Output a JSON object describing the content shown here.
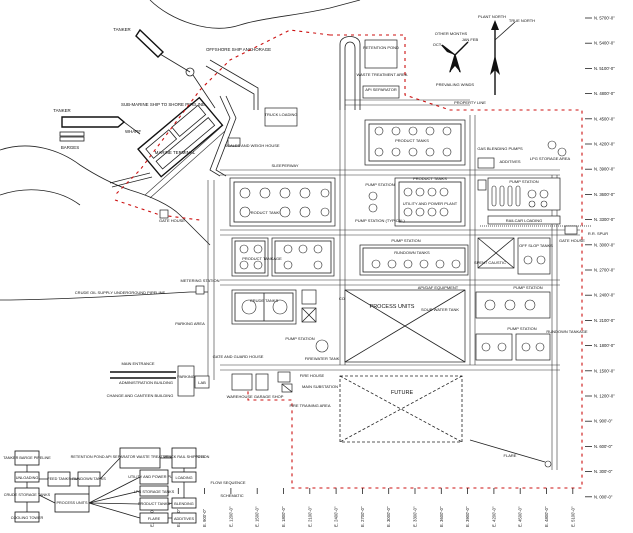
{
  "labels": {
    "tanker_top": "TANKER",
    "offshore": "OFFSHORE SHIP ANCHORAGE",
    "retention_pond": "RETENTION POND",
    "waste_treatment": "WASTE TREATMENT AREA",
    "api_sep": "API SEPARATOR",
    "other_months": "OTHER MONTHS",
    "oct": "OCT",
    "jan_feb": "JAN FEB",
    "plant_north": "PLANT NORTH",
    "true_north": "TRUE NORTH",
    "prevailing_winds": "PREVAILING WINDS",
    "property_line": "PROPERTY LINE",
    "submarine": "SUB-MARINE SHIP TO SHORE PIPELINE",
    "tanker_mid": "TANKER",
    "wharf": "WHARF",
    "barges": "BARGES",
    "truck_loading": "TRUCK LOADING",
    "scales": "SCALES AND WEIGH HOUSE",
    "marine_terminal": "MARINE TERMINAL",
    "sleeperway": "SLEEPERWAY",
    "product_tanks_top": "PRODUCT TANKS",
    "gas_blending": "GAS BLENDING PUMPS",
    "additives": "ADDITIVES",
    "lpg_storage": "LPG STORAGE AREA",
    "pump_station_lpg": "PUMP STATION",
    "pump_station_a": "PUMP STATION",
    "product_tanks_b": "PRODUCT TANKS",
    "product_tanks_c": "PRODUCT TANKS",
    "utility_power": "UTILITY AND POWER PLANT",
    "pump_station_typical": "PUMP STATION (TYPICAL)",
    "railcar_loading": "RAILCAR LOADING",
    "gate_house_r": "GATE HOUSE",
    "rr_spur": "R.R. SPUR",
    "gate_house_l": "GATE HOUSE",
    "pump_station_mid": "PUMP STATION",
    "rundown_tanks": "RUNDOWN TANKS",
    "product_tankage": "PRODUCT TANKAGE",
    "off_spec": "OFF SLOP TANKS",
    "spent_caustic": "SPENT CAUSTIC",
    "crude_supply": "CRUDE OIL SUPPLY UNDERGROUND PIPELINE",
    "metering": "METERING STATION",
    "crude_tanks": "CRUDE TANKS",
    "cooling_tower": "COOLING TOWER",
    "process_units": "PROCESS UNITS",
    "api_equipment": "API/DAF EQUIPMENT",
    "sour_water": "SOUR WATER TANK",
    "pump_station_r": "PUMP STATION",
    "pump_station_lower": "PUMP STATION",
    "pump_station_r2": "PUMP STATION",
    "rundown_tankage": "RUNDOWN TANKAGE",
    "parking_area": "PARKING AREA",
    "firewater": "FIREWATER TANK",
    "gate_guard": "GATE AND GUARD HOUSE",
    "main_entrance": "MAIN ENTRANCE",
    "parking": "PARKING",
    "lab": "LAB",
    "fire_house": "FIRE HOUSE",
    "main_substation": "MAIN SUBSTATION",
    "admin": "ADMINISTRATION BUILDING",
    "change_canteen": "CHANGE AND CANTEEN BUILDING",
    "warehouse": "WAREHOUSE GARAGE SHOP",
    "fire_training": "FIRE TRAINING AREA",
    "future": "FUTURE",
    "flare": "FLARE",
    "flow_title_1": "FLOW SEQUENCE",
    "flow_title_2": "SCHEMATIC"
  },
  "north_coords": [
    "N. 5700'-0\"",
    "N. 5400'-0\"",
    "N. 5100'-0\"",
    "N. 4800'-0\"",
    "N. 4500'-0\"",
    "N. 4200'-0\"",
    "N. 3900'-0\"",
    "N. 3600'-0\"",
    "N. 3300'-0\"",
    "N. 3000'-0\"",
    "N. 2700'-0\"",
    "N. 2400'-0\"",
    "N. 2100'-0\"",
    "N. 1800'-0\"",
    "N. 1500'-0\"",
    "N. 1200'-0\"",
    "N. 900'-0\"",
    "N. 600'-0\"",
    "N. 300'-0\"",
    "N. 000'-0\""
  ],
  "east_coords": [
    "E. 300'-0\"",
    "E. 600'-0\"",
    "E. 900'-0\"",
    "E. 1200'-0\"",
    "E. 1500'-0\"",
    "E. 1800'-0\"",
    "E. 2100'-0\"",
    "E. 2400'-0\"",
    "E. 2700'-0\"",
    "E. 3000'-0\"",
    "E. 3300'-0\"",
    "E. 3600'-0\"",
    "E. 3900'-0\"",
    "E. 4200'-0\"",
    "E. 4500'-0\"",
    "E. 4800'-0\"",
    "E. 5100'-0\""
  ],
  "flow_boxes": {
    "tanker": "TANKER BARGE PIPELINE",
    "unloading": "UNLOADING",
    "crude_storage": "CRUDE STORAGE TANKS",
    "cooling": "COOLING TOWER",
    "feed": "FEED TANKS",
    "rundown": "RUNDOWN TANKS",
    "process": "PROCESS UNITS",
    "retention": "RETENTION POND API SEPARATOR WASTE TREATMENT FIRE PROTECTION",
    "utility": "UTILITY AND POWER PLANT",
    "lpg": "LPG STORAGE TANKS",
    "product": "PRODUCT TANKS",
    "flare": "FLARE",
    "truck_rail": "TRUCK RAIL SHIPPING",
    "loading": "LOADING",
    "blending": "BLENDING",
    "additives": "ADDITIVES"
  }
}
